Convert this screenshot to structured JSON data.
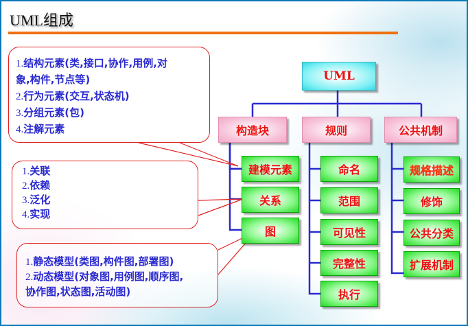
{
  "title": "UML组成",
  "colors": {
    "accent_rule": "#f07010",
    "frame_border": "#0a78b8",
    "callout_border": "#e02020",
    "callout_text": "#2a2ad0",
    "node_text": "#ee1010",
    "connector": "#2a2ad0"
  },
  "callouts": [
    {
      "name": "building-blocks-callout",
      "lines": [
        {
          "num": "1.",
          "text": "结构元素(类,接口,协作,用例,对"
        },
        {
          "num": "",
          "text": "象,构件,节点等)"
        },
        {
          "num": "2.",
          "text": "行为元素(交互,状态机)"
        },
        {
          "num": "3.",
          "text": "分组元素(包)"
        },
        {
          "num": "4.",
          "text": "注解元素"
        }
      ]
    },
    {
      "name": "relationships-callout",
      "lines": [
        {
          "num": "1.",
          "text": "关联"
        },
        {
          "num": "2.",
          "text": "依赖"
        },
        {
          "num": "3.",
          "text": "泛化"
        },
        {
          "num": "4.",
          "text": "实现"
        }
      ]
    },
    {
      "name": "diagrams-callout",
      "lines": [
        {
          "num": "1.",
          "text": "静态模型(类图,构件图,部署图)"
        },
        {
          "num": "2.",
          "text": "动态模型(对象图,用例图,顺序图,"
        },
        {
          "num": "",
          "text": "协作图,状态图,活动图)"
        }
      ]
    }
  ],
  "tree": {
    "root": "UML",
    "categories": [
      {
        "label": "构造块",
        "children": [
          "建模元素",
          "关系",
          "图"
        ]
      },
      {
        "label": "规则",
        "children": [
          "命名",
          "范围",
          "可见性",
          "完整性",
          "执行"
        ]
      },
      {
        "label": "公共机制",
        "children": [
          "规格描述",
          "修饰",
          "公共分类",
          "扩展机制"
        ]
      }
    ]
  }
}
